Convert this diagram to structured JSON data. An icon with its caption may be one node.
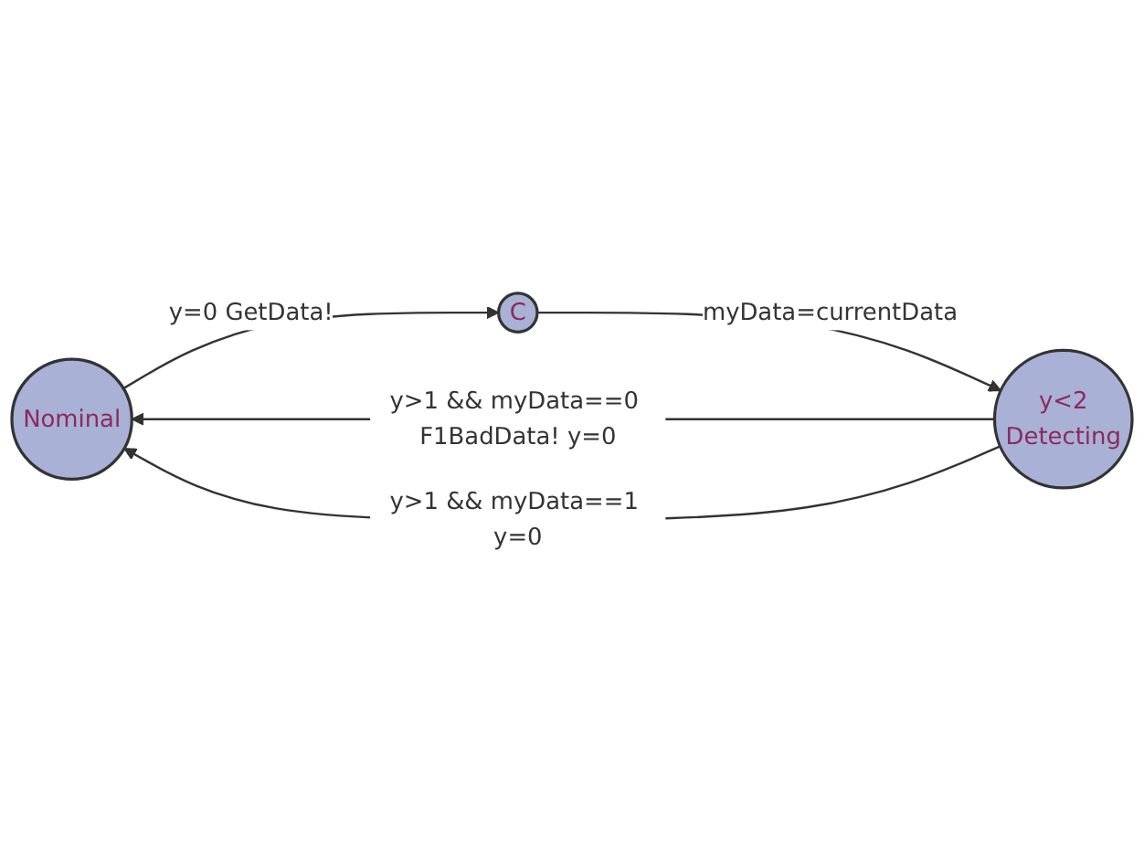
{
  "diagram": {
    "nodes": [
      {
        "text": [
          "Nominal"
        ]
      },
      {
        "text": [
          "C"
        ]
      },
      {
        "text": [
          "y<2",
          "Detecting"
        ]
      }
    ],
    "edges": [
      {
        "from": 0,
        "to": 1,
        "arrow": "to",
        "label": "y=0 GetData!"
      },
      {
        "from": 1,
        "to": 2,
        "arrow": "to",
        "label": "myData=currentData"
      },
      {
        "from": 2,
        "to": 0,
        "arrow": "to",
        "label": "y>1 && myData==0 F1BadData! y=0"
      },
      {
        "from": 2,
        "to": 0,
        "arrow": "to",
        "label": "y>1 && myData==1 y=0"
      }
    ]
  }
}
